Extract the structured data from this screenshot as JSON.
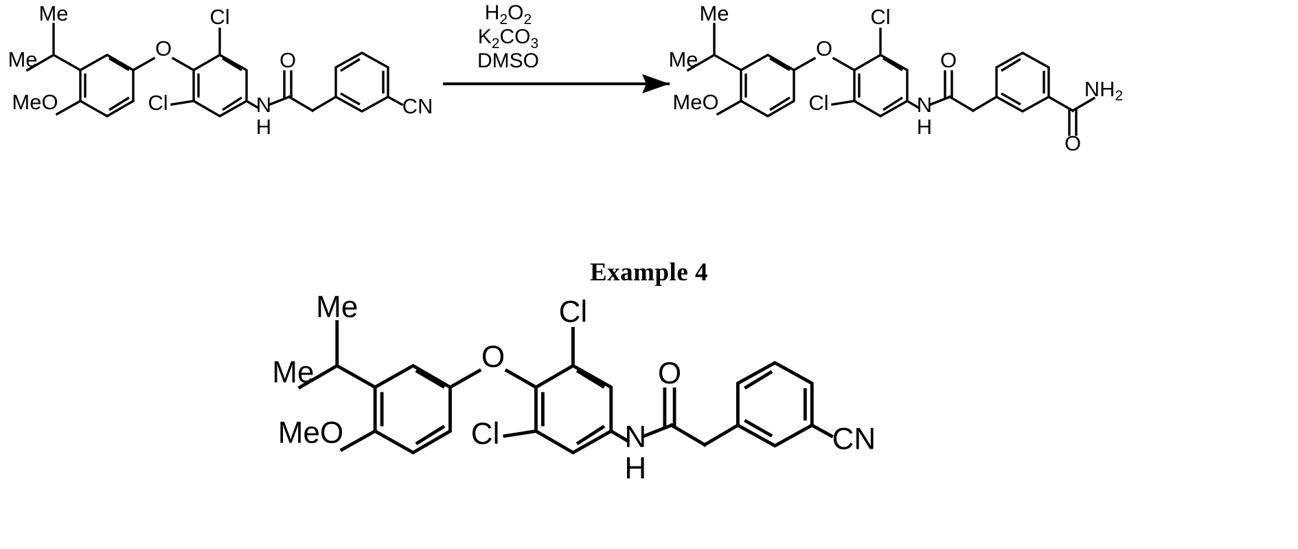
{
  "document": {
    "type": "chemical-reaction-scheme",
    "background_color": "#ffffff",
    "ink_color": "#000000"
  },
  "heading": {
    "text": "Example 4"
  },
  "reaction": {
    "arrow": {
      "direction": "right",
      "label_above_lines": [
        "H2O2",
        "K2CO3",
        "DMSO"
      ]
    },
    "reagents": [
      {
        "formula": "H2O2",
        "base": "H",
        "parts": [
          {
            "t": "H",
            "sub": false
          },
          {
            "t": "2",
            "sub": true
          },
          {
            "t": "O",
            "sub": false
          },
          {
            "t": "2",
            "sub": true
          }
        ]
      },
      {
        "formula": "K2CO3",
        "parts": [
          {
            "t": "K",
            "sub": false
          },
          {
            "t": "2",
            "sub": true
          },
          {
            "t": "CO",
            "sub": false
          },
          {
            "t": "3",
            "sub": true
          }
        ]
      },
      {
        "formula": "DMSO",
        "parts": [
          {
            "t": "DMSO",
            "sub": false
          }
        ]
      }
    ],
    "reactant": {
      "name": "2-(3-cyanophenyl)-N-[3,5-dichloro-4-(3-isopropyl-4-methoxyphenoxy)phenyl]acetamide",
      "labels": {
        "me_top": "Me",
        "me_left": "Me",
        "meo": "MeO",
        "ether_o": "O",
        "cl_top": "Cl",
        "cl_bottom": "Cl",
        "amide_o": "O",
        "nh_n": "N",
        "nh_h": "H",
        "nitrile": "CN"
      }
    },
    "product": {
      "name": "3-(2-{[3,5-dichloro-4-(3-isopropyl-4-methoxyphenoxy)phenyl]amino}-2-oxoethyl)benzamide",
      "labels": {
        "me_top": "Me",
        "me_left": "Me",
        "meo": "MeO",
        "ether_o": "O",
        "cl_top": "Cl",
        "cl_bottom": "Cl",
        "amide_o": "O",
        "nh_n": "N",
        "nh_h": "H",
        "carboxamide_o": "O",
        "carboxamide_n": "NH",
        "carboxamide_n_sub": "2"
      }
    }
  },
  "bottom_structure": {
    "name": "2-(3-cyanophenyl)-N-[3,5-dichloro-4-(3-isopropyl-4-methoxyphenoxy)phenyl]acetamide",
    "labels": {
      "me_top": "Me",
      "me_left": "Me",
      "meo": "MeO",
      "ether_o": "O",
      "cl_top": "Cl",
      "cl_bottom": "Cl",
      "amide_o": "O",
      "nh_n": "N",
      "nh_h": "H",
      "nitrile": "CN"
    }
  }
}
